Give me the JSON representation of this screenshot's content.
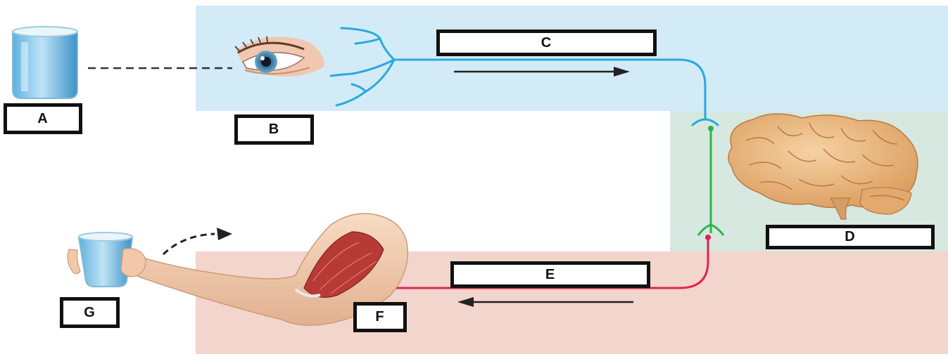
{
  "colors": {
    "sensory_region": "#d3ebf7",
    "cns_region": "#d6e8e0",
    "motor_region": "#f2d5cc",
    "sensory_neuron": "#29a8df",
    "interneuron": "#2db34a",
    "motor_neuron": "#e0244d",
    "arrow": "#222222"
  },
  "icons": [
    "beaker-icon",
    "eye-icon",
    "brain-icon",
    "arm-icon",
    "glass-icon"
  ],
  "labels": {
    "a": "A",
    "b": "B",
    "c": "C",
    "d": "D",
    "e": "E",
    "f": "F",
    "g": "G"
  }
}
